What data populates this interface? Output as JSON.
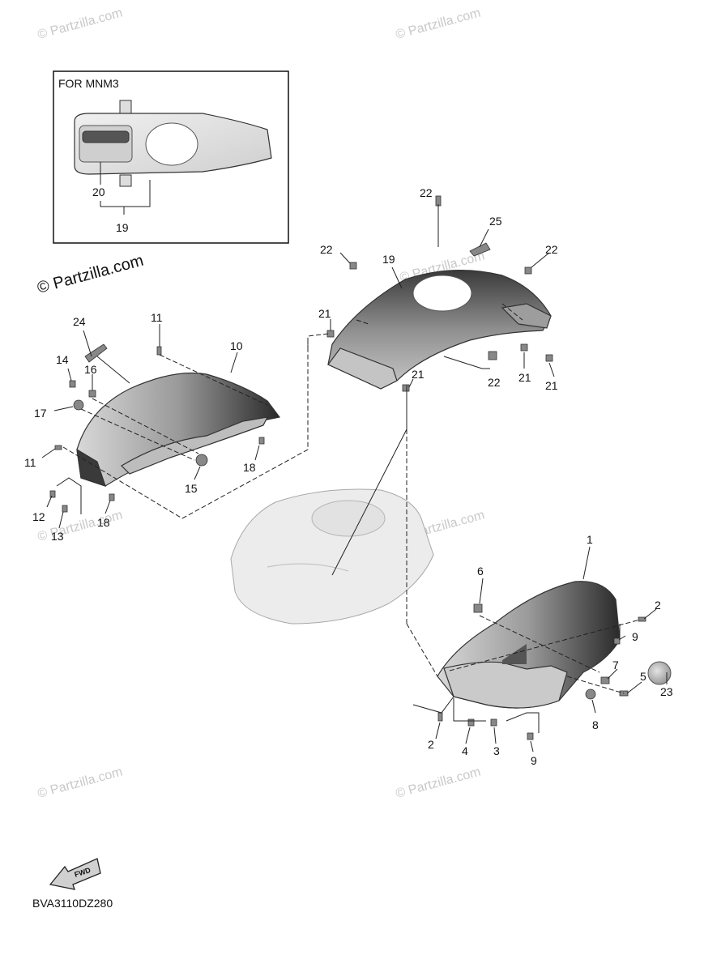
{
  "inset": {
    "title": "FOR MNM3"
  },
  "watermarks": [
    "© Partzilla.com",
    "© Partzilla.com",
    "© Partzilla.com",
    "© Partzilla.com",
    "© Partzilla.com",
    "© Partzilla.com",
    "© Partzilla.com",
    "© Partzilla.com"
  ],
  "callouts": {
    "c20": "20",
    "c19i": "19",
    "c22a": "22",
    "c25": "25",
    "c22b": "22",
    "c22c": "22",
    "c19": "19",
    "c22d": "22",
    "c21a": "21",
    "c21b": "21",
    "c21c": "21",
    "c21d": "21",
    "c24": "24",
    "c11a": "11",
    "c10": "10",
    "c14": "14",
    "c16": "16",
    "c17": "17",
    "c11b": "11",
    "c18a": "18",
    "c15": "15",
    "c12": "12",
    "c13": "13",
    "c18b": "18",
    "c1": "1",
    "c6": "6",
    "c2a": "2",
    "c9a": "9",
    "c7": "7",
    "c5": "5",
    "c23": "23",
    "c8": "8",
    "c2b": "2",
    "c4": "4",
    "c3": "3",
    "c9b": "9"
  },
  "fwd_label": "FWD",
  "drawing_code": "BVA3110DZ280"
}
